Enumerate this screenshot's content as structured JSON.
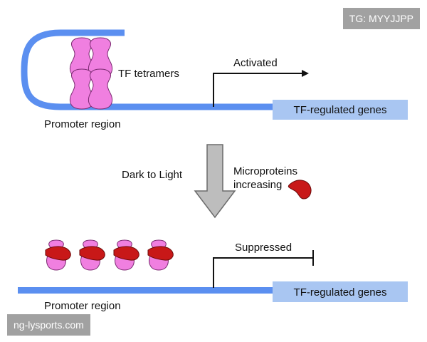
{
  "top_panel": {
    "tf_label": "TF tetramers",
    "activated_label": "Activated",
    "gene_box_label": "TF-regulated genes",
    "promoter_label": "Promoter region"
  },
  "transition": {
    "left_label": "Dark to Light",
    "right_label_line1": "Microproteins",
    "right_label_line2": "increasing"
  },
  "bottom_panel": {
    "suppressed_label": "Suppressed",
    "gene_box_label": "TF-regulated genes",
    "promoter_label": "Promoter region"
  },
  "watermarks": {
    "top_right": "TG: MYYJJPP",
    "bottom_left": "ng-lysports.com"
  },
  "colors": {
    "dna": "#5b8ff0",
    "gene_box": "#a9c6f2",
    "tf_protein": "#f07fe0",
    "tf_outline": "#7a2a70",
    "microprotein": "#c81818",
    "microprotein_outline": "#6a0a0a",
    "arrow_fill": "#bdbdbd",
    "arrow_outline": "#6b6b6b"
  }
}
